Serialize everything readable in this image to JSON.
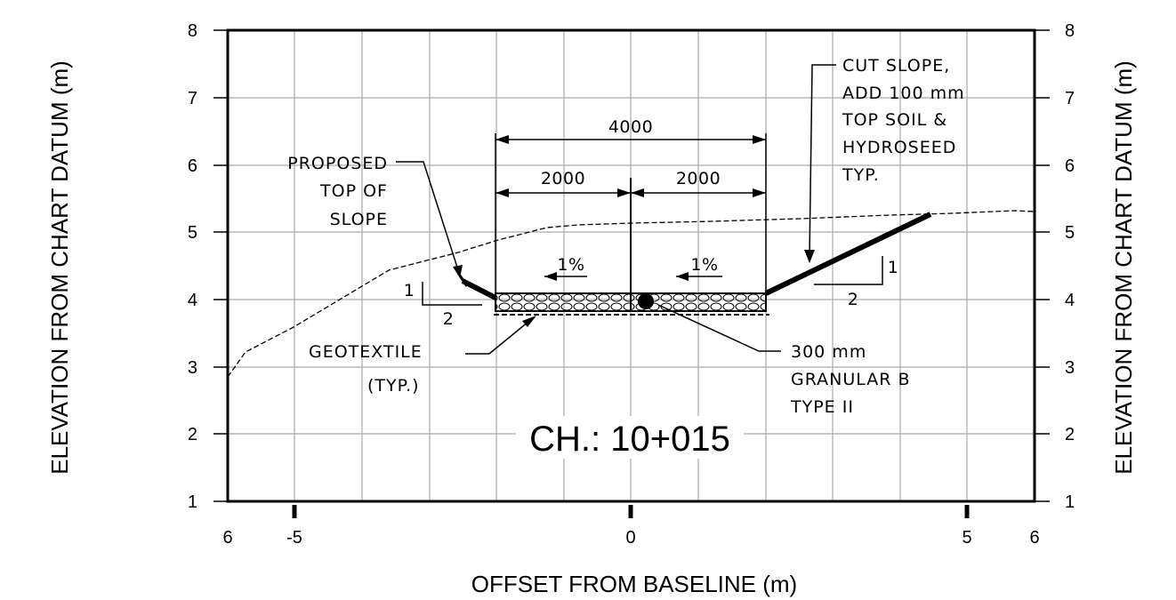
{
  "axes": {
    "x_title": "OFFSET FROM BASELINE (m)",
    "y_title_left": "ELEVATION FROM CHART DATUM (m)",
    "y_title_right": "ELEVATION FROM CHART DATUM (m)",
    "y_ticks": [
      "1",
      "2",
      "3",
      "4",
      "5",
      "6",
      "7",
      "8"
    ],
    "x_ticks": [
      "6",
      "-5",
      "0",
      "5",
      "6"
    ]
  },
  "annotations": {
    "chainage": "CH.: 10+015",
    "proposed_top": [
      "PROPOSED",
      "TOP OF",
      "SLOPE"
    ],
    "cut_slope": [
      "CUT SLOPE,",
      "ADD 100 mm",
      "TOP SOIL &",
      "HYDROSEED",
      "TYP."
    ],
    "geotextile": [
      "GEOTEXTILE",
      "(TYP.)"
    ],
    "granular": [
      "300 mm",
      "GRANULAR B",
      "TYPE II"
    ],
    "dim_total": "4000",
    "dim_left": "2000",
    "dim_right": "2000",
    "grade_left": "1%",
    "grade_right": "1%",
    "slope_left_rise": "1",
    "slope_left_run": "2",
    "slope_right_rise": "1",
    "slope_right_run": "2"
  }
}
